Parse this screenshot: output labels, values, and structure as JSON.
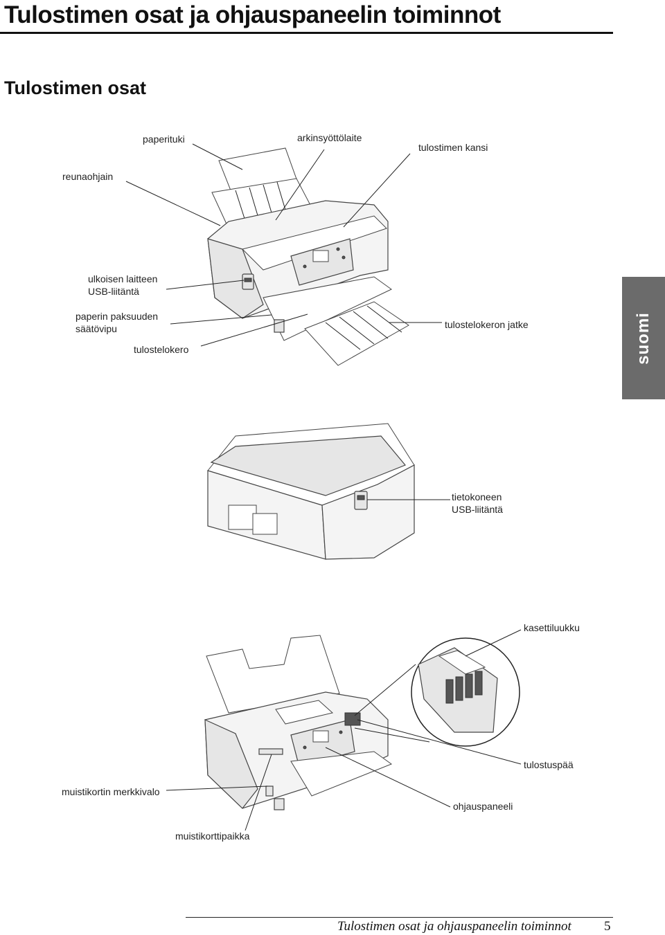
{
  "header": {
    "title": "Tulostimen osat ja ohjauspaneelin toiminnot",
    "section": "Tulostimen osat"
  },
  "side_tab": {
    "label": "suomi"
  },
  "figure1": {
    "labels": {
      "paper_support": "paperituki",
      "sheet_feeder": "arkinsyöttölaite",
      "printer_cover": "tulostimen kansi",
      "edge_guide": "reunaohjain",
      "ext_usb_line1": "ulkoisen laitteen",
      "ext_usb_line2": "USB-liitäntä",
      "thickness_line1": "paperin paksuuden",
      "thickness_line2": "säätövipu",
      "output_tray": "tulostelokero",
      "output_ext": "tulostelokeron jatke"
    }
  },
  "figure2": {
    "labels": {
      "pc_usb_line1": "tietokoneen",
      "pc_usb_line2": "USB-liitäntä"
    }
  },
  "figure3": {
    "labels": {
      "cartridge_cover": "kasettiluukku",
      "print_head": "tulostuspää",
      "card_light": "muistikortin merkkivalo",
      "control_panel": "ohjauspaneeli",
      "card_slot": "muistikorttipaikka"
    }
  },
  "footer": {
    "text": "Tulostimen osat ja ohjauspaneelin toiminnot",
    "page": "5"
  }
}
